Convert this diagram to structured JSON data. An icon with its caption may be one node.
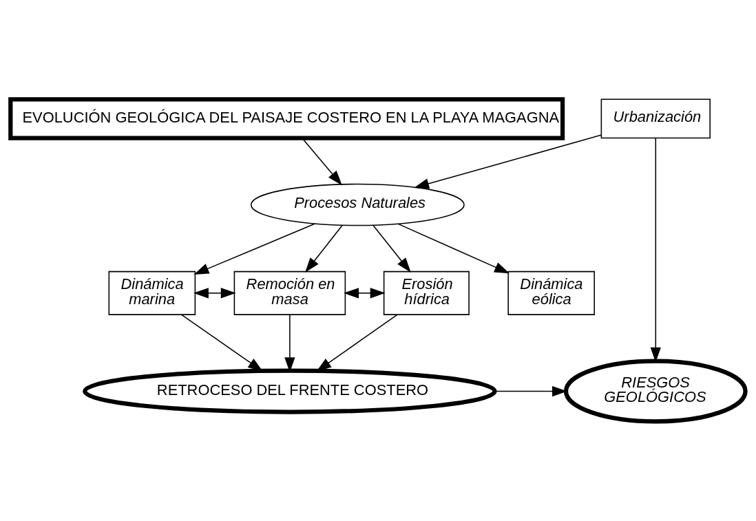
{
  "diagram": {
    "nodes": [
      {
        "text": [
          "EVOLUCIÓN GEOLÓGICA DEL PAISAJE COSTERO EN LA PLAYA MAGAGNA"
        ]
      },
      {
        "text": [
          "Urbanización"
        ]
      },
      {
        "text": [
          "Procesos Naturales"
        ]
      },
      {
        "text": [
          "Dinámica marina"
        ]
      },
      {
        "text": [
          "Remoción en masa"
        ]
      },
      {
        "text": [
          "Erosión hídrica"
        ]
      },
      {
        "text": [
          "Dinámica eólica"
        ]
      },
      {
        "text": [
          "RETROCESO DEL FRENTE COSTERO"
        ]
      },
      {
        "text": [
          "RIESGOS GEOLÓGICOS"
        ]
      }
    ],
    "edges": [
      {
        "from": 0,
        "to": 2,
        "arrow": "to"
      },
      {
        "from": 1,
        "to": 2,
        "arrow": "to"
      },
      {
        "from": 1,
        "to": 8,
        "arrow": "to"
      },
      {
        "from": 2,
        "to": 3,
        "arrow": "to"
      },
      {
        "from": 2,
        "to": 4,
        "arrow": "to"
      },
      {
        "from": 2,
        "to": 5,
        "arrow": "to"
      },
      {
        "from": 2,
        "to": 6,
        "arrow": "to"
      },
      {
        "from": 3,
        "to": 4,
        "arrow": "both"
      },
      {
        "from": 4,
        "to": 5,
        "arrow": "both"
      },
      {
        "from": 3,
        "to": 7,
        "arrow": "to"
      },
      {
        "from": 4,
        "to": 7,
        "arrow": "to"
      },
      {
        "from": 5,
        "to": 7,
        "arrow": "to"
      },
      {
        "from": 7,
        "to": 8,
        "arrow": "to"
      }
    ]
  }
}
